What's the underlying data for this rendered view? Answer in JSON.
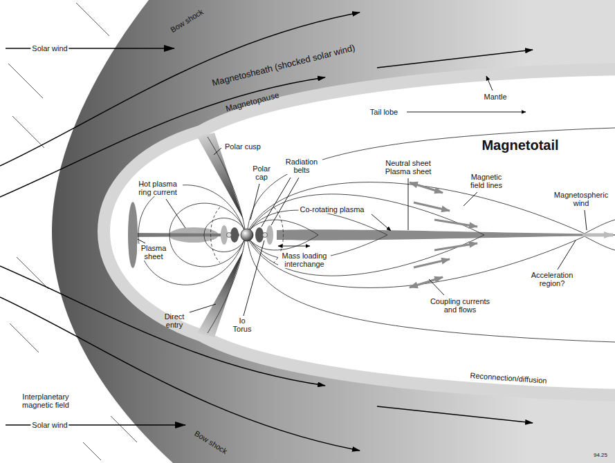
{
  "diagram": {
    "labels": [
      "Bow shock",
      "Solar wind",
      "Magnetosheath (shocked solar wind)",
      "Magnetopause",
      "Mantle",
      "Tail lobe",
      "Magnetotail",
      "Polar cusp",
      "Polar cap",
      "Radiation belts",
      "Neutral sheet Plasma sheet",
      "Magnetic field lines",
      "Magnetospheric wind",
      "Hot plasma ring current",
      "Co-rotating plasma",
      "Plasma sheet",
      "Mass loading interchange",
      "Acceleration region?",
      "Coupling currents and flows",
      "Direct entry",
      "Io Torus",
      "Interplanetary magnetic field",
      "Solar wind",
      "Bow shock",
      "Reconnection/diffusion",
      "94.25"
    ]
  }
}
